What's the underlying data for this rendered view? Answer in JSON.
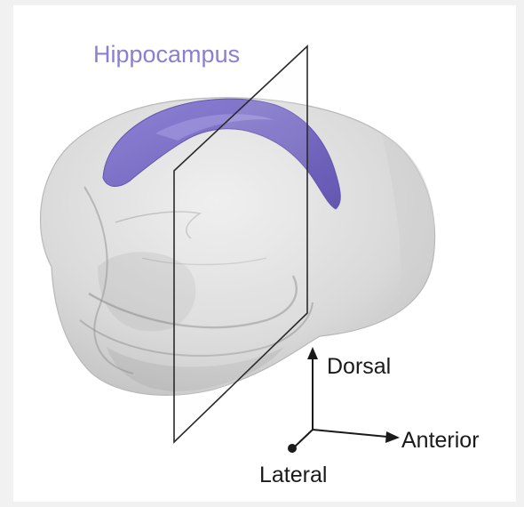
{
  "figure": {
    "structure_label": "Hippocampus",
    "axes": {
      "dorsal": "Dorsal",
      "anterior": "Anterior",
      "lateral": "Lateral"
    }
  },
  "colors": {
    "background": "#f1f1f1",
    "card": "#ffffff",
    "hippocampus": "#7565c1",
    "brain": "#d6d6d6",
    "plane": "#2a2a2a",
    "text": "#1a1a1a",
    "label_accent": "#8a7fd0"
  }
}
